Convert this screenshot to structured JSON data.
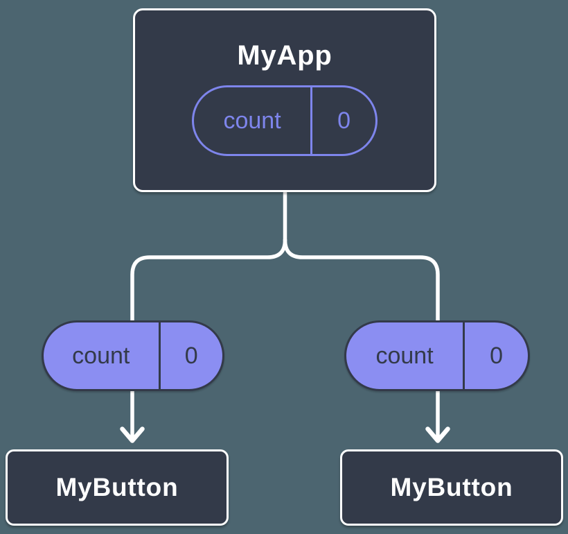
{
  "colors": {
    "background": "#4c6570",
    "node_fill": "#333a49",
    "node_border": "#ffffff",
    "title_text": "#ffffff",
    "pill_fill": "#8b8ef2",
    "pill_outline": "#7e85ec",
    "pill_text_dark": "#333a49",
    "wire": "#ffffff"
  },
  "root": {
    "title": "MyApp",
    "prop": {
      "name": "count",
      "value": "0"
    }
  },
  "children": [
    {
      "title": "MyButton",
      "prop": {
        "name": "count",
        "value": "0"
      }
    },
    {
      "title": "MyButton",
      "prop": {
        "name": "count",
        "value": "0"
      }
    }
  ]
}
